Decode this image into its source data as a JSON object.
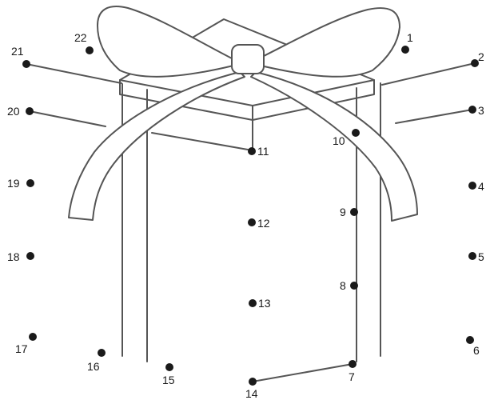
{
  "puzzle": {
    "dots": [
      {
        "label": "1"
      },
      {
        "label": "2"
      },
      {
        "label": "3"
      },
      {
        "label": "4"
      },
      {
        "label": "5"
      },
      {
        "label": "6"
      },
      {
        "label": "7"
      },
      {
        "label": "8"
      },
      {
        "label": "9"
      },
      {
        "label": "10"
      },
      {
        "label": "11"
      },
      {
        "label": "12"
      },
      {
        "label": "13"
      },
      {
        "label": "14"
      },
      {
        "label": "15"
      },
      {
        "label": "16"
      },
      {
        "label": "17"
      },
      {
        "label": "18"
      },
      {
        "label": "19"
      },
      {
        "label": "20"
      },
      {
        "label": "21"
      },
      {
        "label": "22"
      }
    ]
  },
  "colors": {
    "ink": "#1a1a1a",
    "line": "#555555",
    "paper": "#ffffff"
  }
}
